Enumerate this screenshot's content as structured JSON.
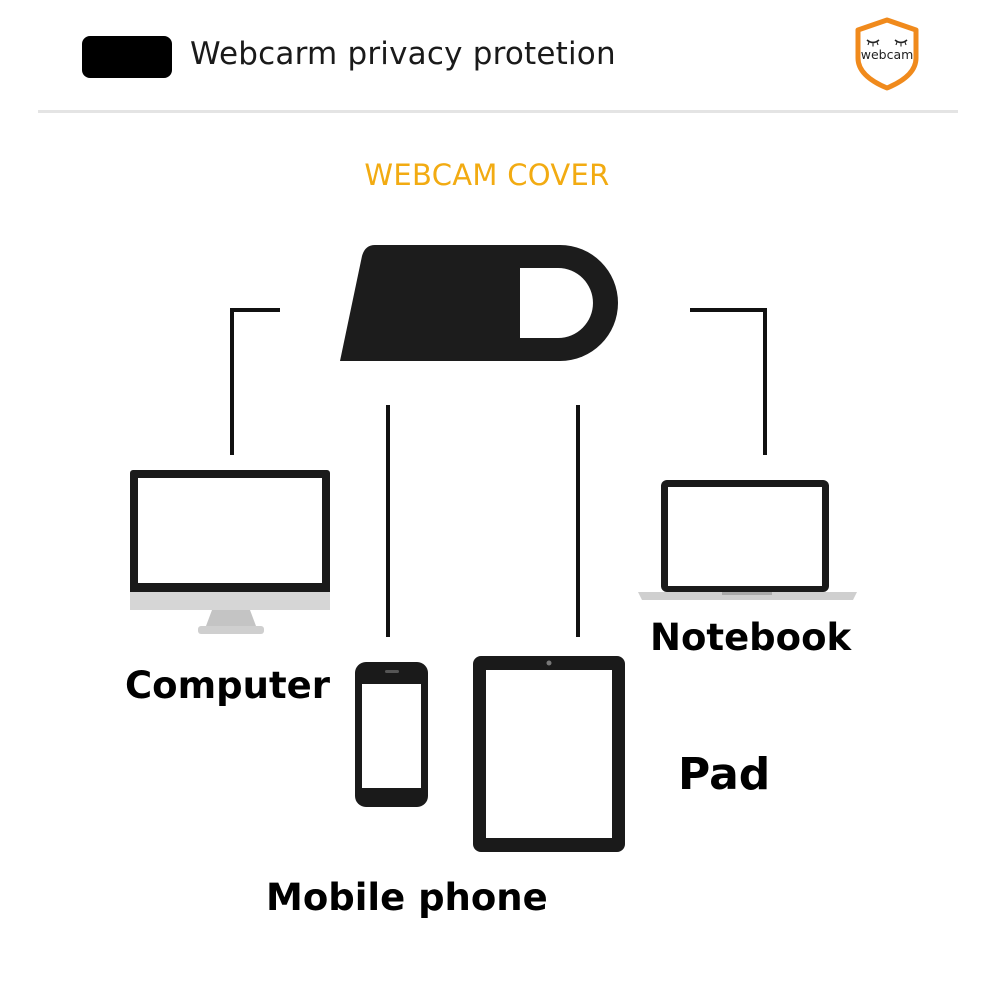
{
  "header": {
    "title": "Webcarm privacy protetion"
  },
  "logo": {
    "text": "webcam",
    "accent_color": "#f08a1c"
  },
  "subtitle": {
    "text": "WEBCAM COVER",
    "color": "#f2ab12"
  },
  "devices": {
    "computer": "Computer",
    "notebook": "Notebook",
    "pad": "Pad",
    "mobile": "Mobile phone"
  },
  "icons": {
    "cover": "webcam-cover-icon",
    "computer": "desktop-monitor-icon",
    "notebook": "laptop-icon",
    "mobile": "smartphone-icon",
    "pad": "tablet-icon"
  }
}
